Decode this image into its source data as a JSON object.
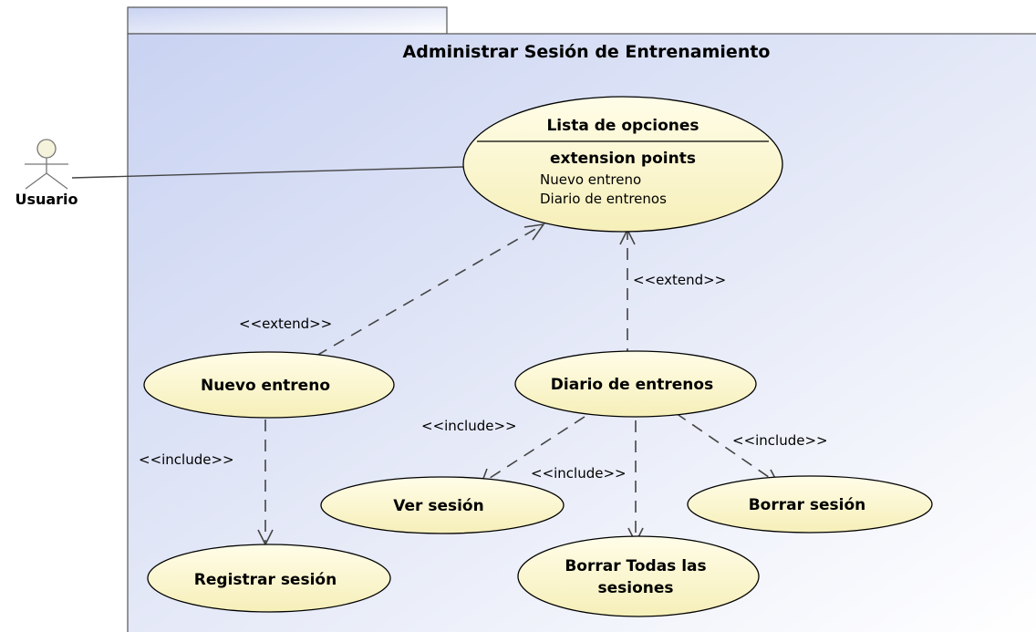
{
  "package": {
    "title": "Administrar Sesión de Entrenamiento"
  },
  "actor": {
    "label": "Usuario"
  },
  "use_cases": {
    "lista": {
      "title": "Lista de opciones",
      "extension_heading": "extension points",
      "extension_points": [
        "Nuevo entreno",
        "Diario de entrenos"
      ]
    },
    "nuevo": {
      "label": "Nuevo entreno"
    },
    "diario": {
      "label": "Diario de entrenos"
    },
    "registrar": {
      "label": "Registrar sesión"
    },
    "ver": {
      "label": "Ver sesión"
    },
    "borrar": {
      "label": "Borrar sesión"
    },
    "borrar_todas": {
      "lines": [
        "Borrar Todas las",
        "sesiones"
      ]
    }
  },
  "relationships": {
    "extend_nuevo": "<<extend>>",
    "extend_diario": "<<extend>>",
    "include_registrar": "<<include>>",
    "include_ver": "<<include>>",
    "include_borrar_todas": "<<include>>",
    "include_borrar": "<<include>>"
  }
}
